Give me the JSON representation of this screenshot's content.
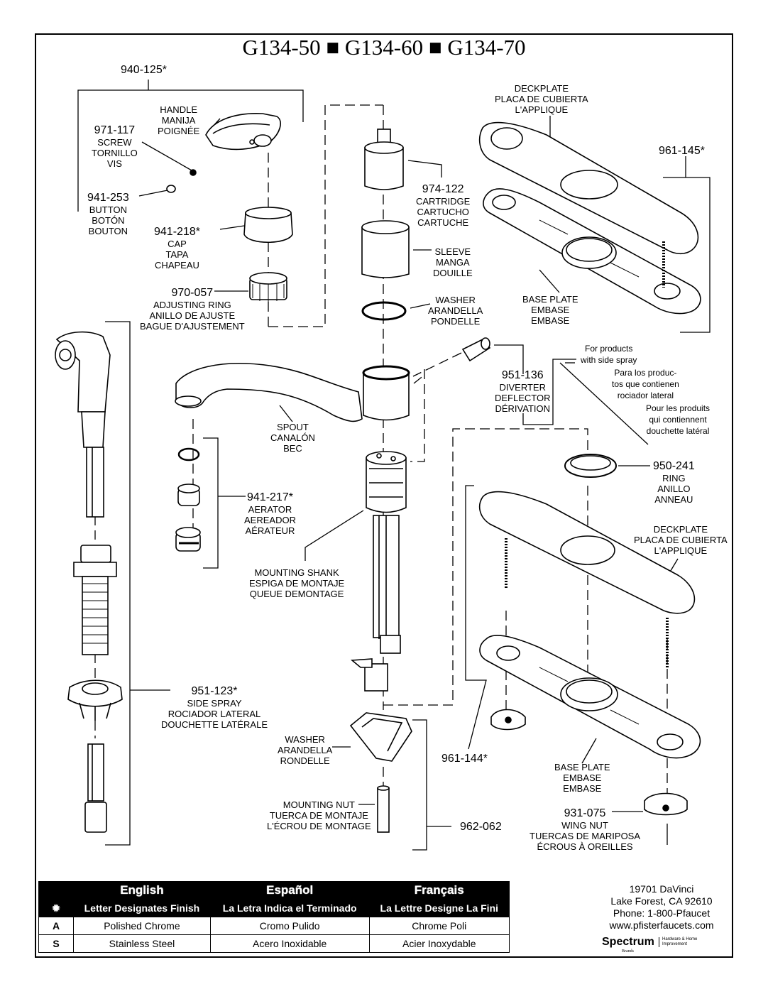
{
  "title": "G134-50 ■ G134-60 ■ G134-70",
  "parts": {
    "handle_group": {
      "pn": "940-125*"
    },
    "handle": {
      "lines": [
        "HANDLE",
        "MANIJA",
        "POIGNÉE"
      ]
    },
    "screw": {
      "pn": "971-117",
      "lines": [
        "SCREW",
        "TORNILLO",
        "VIS"
      ]
    },
    "button": {
      "pn": "941-253",
      "lines": [
        "BUTTON",
        "BOTÓN",
        "BOUTON"
      ]
    },
    "cap": {
      "pn": "941-218*",
      "lines": [
        "CAP",
        "TAPA",
        "CHAPEAU"
      ]
    },
    "adjusting_ring": {
      "pn": "970-057",
      "lines": [
        "ADJUSTING RING",
        "ANILLO DE AJUSTE",
        "BAGUE D'AJUSTEMENT"
      ]
    },
    "cartridge": {
      "pn": "974-122",
      "lines": [
        "CARTRIDGE",
        "CARTUCHO",
        "CARTUCHE"
      ]
    },
    "sleeve": {
      "lines": [
        "SLEEVE",
        "MANGA",
        "DOUILLE"
      ]
    },
    "washer_top": {
      "lines": [
        "WASHER",
        "ARANDELLA",
        "PONDELLE"
      ]
    },
    "deckplate_top": {
      "lines": [
        "DECKPLATE",
        "PLACA DE CUBIERTA",
        "L'APPLIQUE"
      ]
    },
    "deckplate_group_top": {
      "pn": "961-145*"
    },
    "baseplate_top": {
      "lines": [
        "BASE PLATE",
        "EMBASE",
        "EMBASE"
      ]
    },
    "diverter": {
      "pn": "951-136",
      "lines": [
        "DIVERTER",
        "DEFLECTOR",
        "DÉRIVATION"
      ]
    },
    "side_spray_note": {
      "en": "For products\nwith side spray",
      "es": "Para los produc-\ntos que contienen\nrociador lateral",
      "fr": "Pour les produits\nqui contiennent\ndouchette latéral"
    },
    "spout": {
      "lines": [
        "SPOUT",
        "CANALÓN",
        "BEC"
      ]
    },
    "aerator": {
      "pn": "941-217*",
      "lines": [
        "AERATOR",
        "AEREADOR",
        "AÉRATEUR"
      ]
    },
    "mounting_shank": {
      "lines": [
        "MOUNTING SHANK",
        "ESPIGA DE MONTAJE",
        "QUEUE DEMONTAGE"
      ]
    },
    "ring": {
      "pn": "950-241",
      "lines": [
        "RING",
        "ANILLO",
        "ANNEAU"
      ]
    },
    "deckplate_bottom": {
      "lines": [
        "DECKPLATE",
        "PLACA DE CUBIERTA",
        "L'APPLIQUE"
      ]
    },
    "side_spray": {
      "pn": "951-123*",
      "lines": [
        "SIDE SPRAY",
        "ROCIADOR LATERAL",
        "DOUCHETTE LATÉRALE"
      ]
    },
    "washer_bottom": {
      "lines": [
        "WASHER",
        "ARANDELLA",
        "RONDELLE"
      ]
    },
    "mounting_nut": {
      "lines": [
        "MOUNTING NUT",
        "TUERCA DE MONTAJE",
        "L'ÉCROU DE MONTAGE"
      ]
    },
    "nut_group": {
      "pn": "962-062"
    },
    "deckplate_group_bottom": {
      "pn": "961-144*"
    },
    "baseplate_bottom": {
      "lines": [
        "BASE PLATE",
        "EMBASE",
        "EMBASE"
      ]
    },
    "wing_nut": {
      "pn": "931-075",
      "lines": [
        "WING NUT",
        "TUERCAS DE MARIPOSA",
        "ÉCROUS À OREILLES"
      ]
    }
  },
  "legend": {
    "headers": [
      "English",
      "Español",
      "Français"
    ],
    "subheaders": [
      "Letter Designates Finish",
      "La Letra Indica el Terminado",
      "La Lettre Designe La Fini"
    ],
    "rows": [
      {
        "key": "A",
        "values": [
          "Polished Chrome",
          "Cromo Pulido",
          "Chrome Poli"
        ]
      },
      {
        "key": "S",
        "values": [
          "Stainless Steel",
          "Acero Inoxidable",
          "Acier Inoxydable"
        ]
      }
    ]
  },
  "contact": {
    "address": "19701 DaVinci",
    "city": "Lake Forest, CA 92610",
    "phone": "Phone: 1-800-Pfaucet",
    "web": "www.pfisterfaucets.com"
  },
  "brand": {
    "name": "Spectrum",
    "sub": "Brands",
    "tagline": "Hardware & Home Improvement"
  }
}
